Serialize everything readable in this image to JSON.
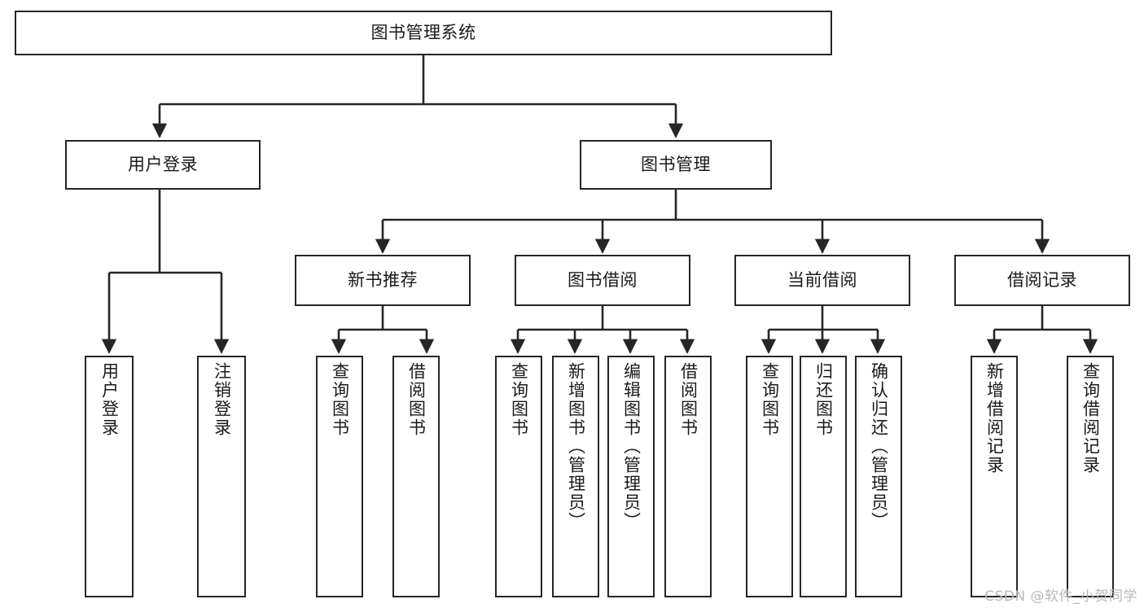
{
  "diagram": {
    "title": "图书管理系统",
    "type": "tree-hierarchy-diagram",
    "watermark": "CSDN @软件_小贺同学",
    "colors": {
      "box_border": "#262626",
      "box_fill": "#ffffff",
      "edge": "#262626",
      "text": "#1a1a1a",
      "watermark": "#b9b9b9",
      "background": "#ffffff"
    },
    "nodes": {
      "root": {
        "label": "图书管理系统"
      },
      "level1": [
        {
          "id": "user-login",
          "label": "用户登录"
        },
        {
          "id": "book-management",
          "label": "图书管理"
        }
      ],
      "level2": [
        {
          "id": "new-book-recommend",
          "label": "新书推荐"
        },
        {
          "id": "book-borrow",
          "label": "图书借阅"
        },
        {
          "id": "current-borrow",
          "label": "当前借阅"
        },
        {
          "id": "borrow-record",
          "label": "借阅记录"
        }
      ],
      "leaves": {
        "user_login": [
          {
            "id": "leaf-user-login",
            "label": "用户登录"
          },
          {
            "id": "leaf-logout-login",
            "label": "注销登录"
          }
        ],
        "new_book_recommend": [
          {
            "id": "leaf-query-book-1",
            "label": "查询图书"
          },
          {
            "id": "leaf-borrow-book-1",
            "label": "借阅图书"
          }
        ],
        "book_borrow": [
          {
            "id": "leaf-query-book-2",
            "label": "查询图书"
          },
          {
            "id": "leaf-add-book-admin",
            "label": "新增图书（管理员）"
          },
          {
            "id": "leaf-edit-book-admin",
            "label": "编辑图书（管理员）"
          },
          {
            "id": "leaf-borrow-book-2",
            "label": "借阅图书"
          }
        ],
        "current_borrow": [
          {
            "id": "leaf-query-book-3",
            "label": "查询图书"
          },
          {
            "id": "leaf-return-book",
            "label": "归还图书"
          },
          {
            "id": "leaf-confirm-return-admin",
            "label": "确认归还（管理员）"
          }
        ],
        "borrow_record": [
          {
            "id": "leaf-add-borrow-record",
            "label": "新增借阅记录"
          },
          {
            "id": "leaf-query-borrow-record",
            "label": "查询借阅记录"
          }
        ]
      }
    }
  }
}
